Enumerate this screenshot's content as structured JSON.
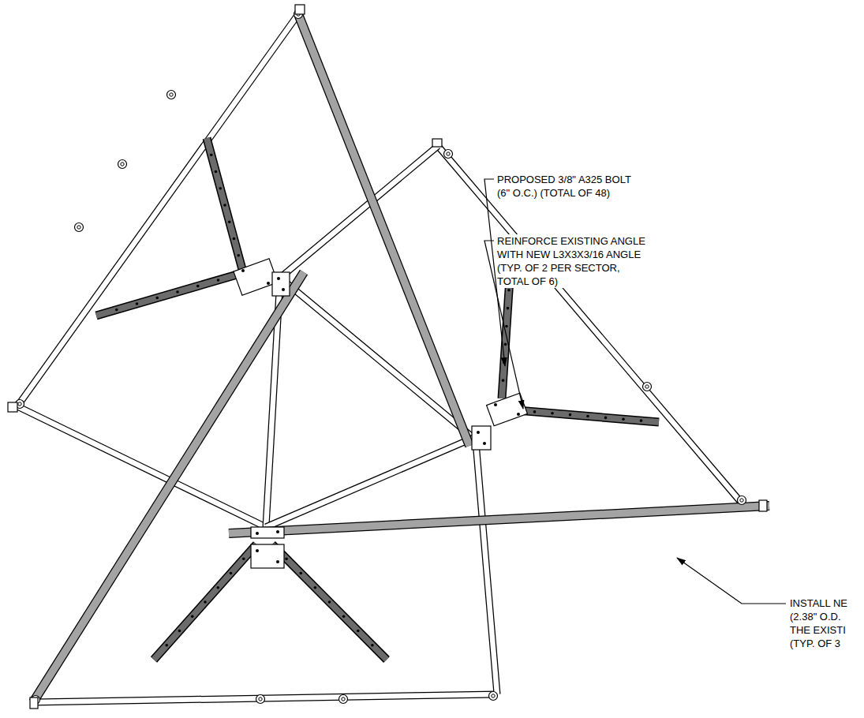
{
  "diagram": {
    "labels": [
      "PROPOSED 3/8\" A325 BOLT (6\" O.C.) (TOTAL OF 48)",
      "REINFORCE EXISTING ANGLE WITH NEW L3X3X3/16 ANGLE (TYP. OF 2 PER SECTOR, TOTAL OF 6)",
      "INSTALL NE (2.38\" O.D. THE EXISTI (TYP. OF 3"
    ]
  }
}
